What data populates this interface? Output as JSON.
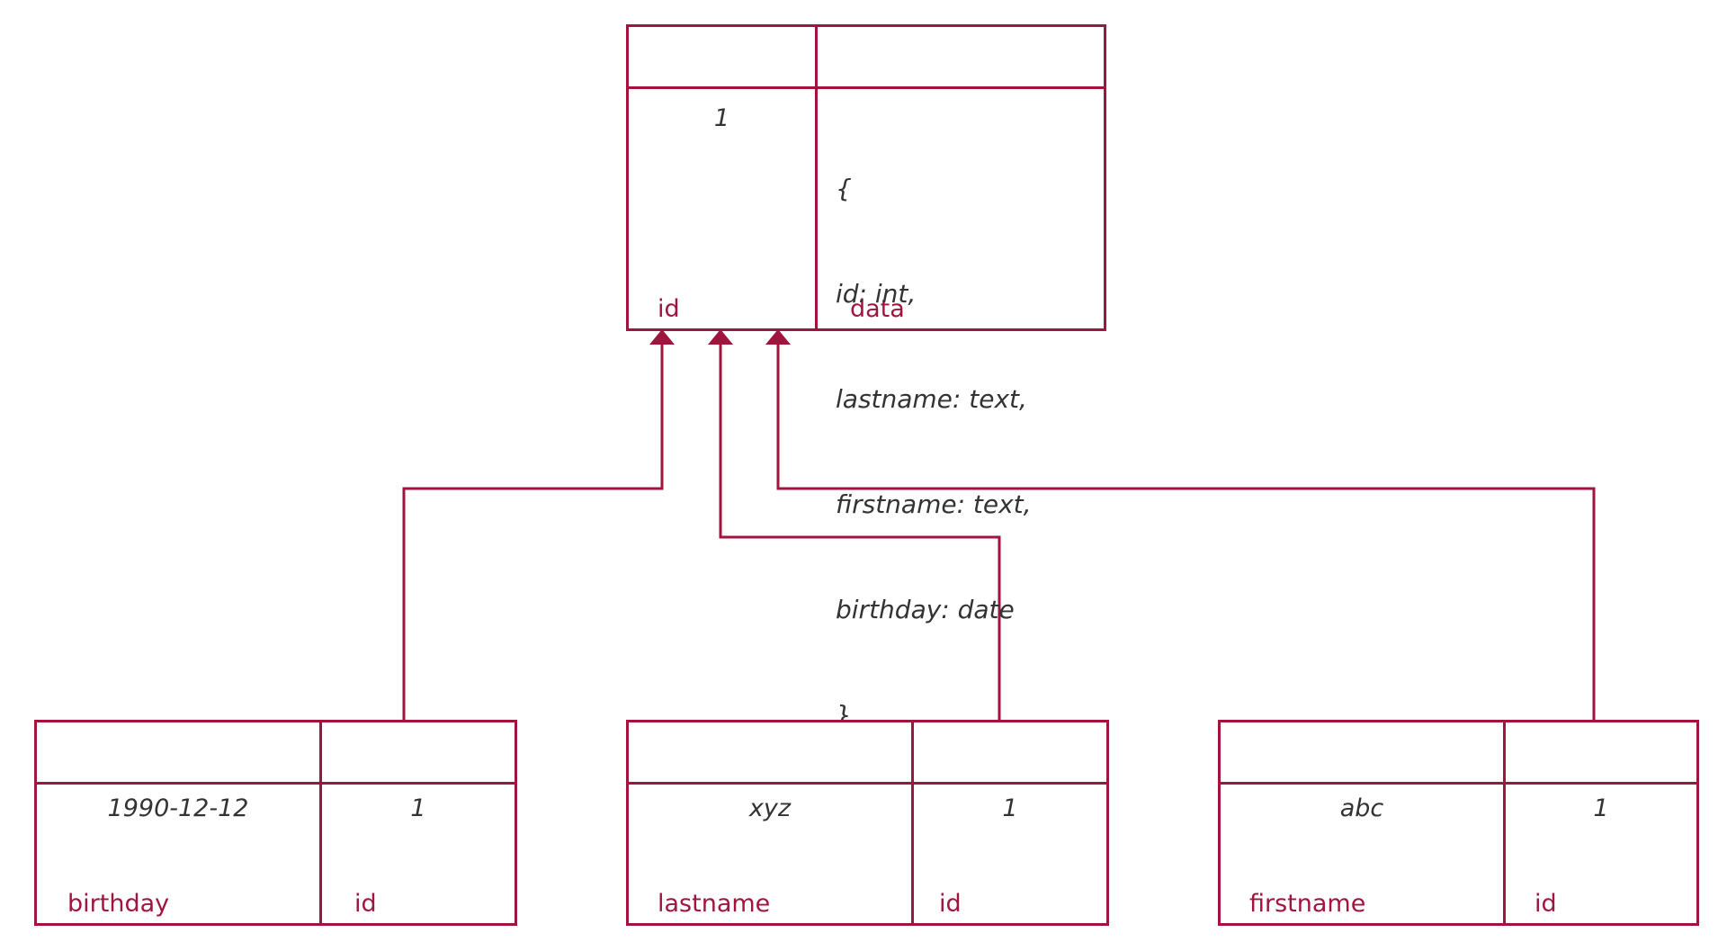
{
  "colors": {
    "accent": "#a0153e",
    "text": "#333333"
  },
  "main_table": {
    "col1_header": "id",
    "col2_header": "data",
    "id_value": "1",
    "data_lines": [
      "{",
      "id: int,",
      "lastname: text,",
      "firstname: text,",
      "birthday: date",
      "}"
    ]
  },
  "birthday_table": {
    "col1_header": "birthday",
    "col2_header": "id",
    "col1_value": "1990-12-12",
    "col2_value": "1"
  },
  "lastname_table": {
    "col1_header": "lastname",
    "col2_header": "id",
    "col1_value": "xyz",
    "col2_value": "1"
  },
  "firstname_table": {
    "col1_header": "firstname",
    "col2_header": "id",
    "col1_value": "abc",
    "col2_value": "1"
  }
}
